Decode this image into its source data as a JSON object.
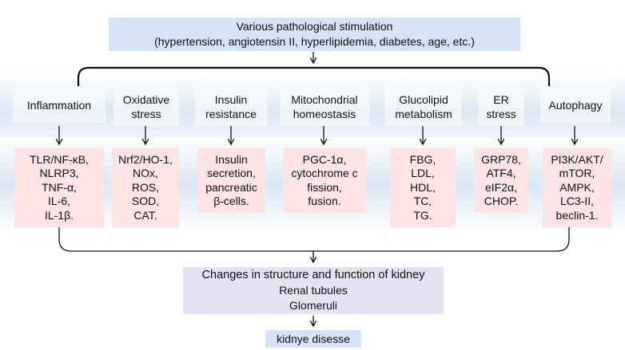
{
  "stimulation": {
    "title": "Various pathological stimulation",
    "examples": "(hypertension, angiotensin II, hyperlipidemia, diabetes, age, etc.)"
  },
  "categories": [
    {
      "label_lines": [
        "Inflammation"
      ],
      "details": [
        "TLR/NF-κB,",
        "NLRP3,",
        "TNF-α,",
        "IL-6,",
        "IL-1β."
      ]
    },
    {
      "label_lines": [
        "Oxidative",
        "stress"
      ],
      "details": [
        "Nrf2/HO-1,",
        "NOx,",
        "ROS,",
        "SOD,",
        "CAT."
      ]
    },
    {
      "label_lines": [
        "Insulin",
        "resistance"
      ],
      "details": [
        "Insulin",
        "secretion,",
        "pancreatic",
        "β-cells."
      ]
    },
    {
      "label_lines": [
        "Mitochondrial",
        "homeostasis"
      ],
      "details": [
        "PGC-1α,",
        "cytochrome c",
        "fission,",
        "fusion."
      ]
    },
    {
      "label_lines": [
        "Glucolipid",
        "metabolism"
      ],
      "details": [
        "FBG,",
        "LDL,",
        "HDL,",
        "TC,",
        "TG."
      ]
    },
    {
      "label_lines": [
        "ER",
        "stress"
      ],
      "details": [
        "GRP78,",
        "ATF4,",
        "eIF2α,",
        "CHOP."
      ]
    },
    {
      "label_lines": [
        "Autophagy"
      ],
      "details": [
        "PI3K/AKT/",
        "mTOR,",
        "AMPK,",
        "LC3-II,",
        "beclin-1."
      ]
    }
  ],
  "kidney_changes": {
    "title": "Changes in structure and function of kidney",
    "items": [
      "Renal tubules",
      "Glomeruli"
    ]
  },
  "outcome": "kidnye disesse",
  "colors": {
    "blue_box": "#d6e3f4",
    "detail_box": "#fce4e4",
    "kidney_box": "#e7e1f4",
    "band": "#dbe7f3",
    "line": "#111111"
  }
}
